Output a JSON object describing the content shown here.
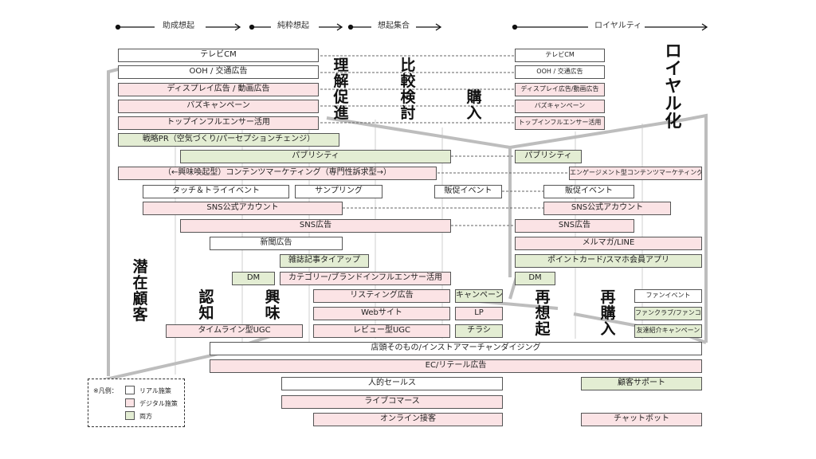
{
  "stages": [
    {
      "label": "助成想起"
    },
    {
      "label": "純粋想起"
    },
    {
      "label": "想起集合"
    },
    {
      "label": "ロイヤルティ"
    }
  ],
  "phase_labels": {
    "latent": "潜\n在\n顧\n客",
    "awareness": "認\n知",
    "interest": "興\n味",
    "understanding": "理\n解\n促\n進",
    "comparison": "比\n較\n検\n討",
    "purchase": "購\n入",
    "recall": "再\n想\n起",
    "repurchase": "再\n購\n入",
    "loyalty": "ロ\nイ\nヤ\nル\n化"
  },
  "measures_left": [
    {
      "label": "テレビCM",
      "type": "real"
    },
    {
      "label": "OOH / 交通広告",
      "type": "real"
    },
    {
      "label": "ディスプレイ広告 / 動画広告",
      "type": "digital"
    },
    {
      "label": "バズキャンペーン",
      "type": "digital"
    },
    {
      "label": "トップインフルエンサー活用",
      "type": "digital"
    },
    {
      "label": "戦略PR（空気づくり/パーセプションチェンジ）",
      "type": "both"
    },
    {
      "label": "パブリシティ",
      "type": "both"
    },
    {
      "label": "（←興味喚起型）コンテンツマーケティング（専門性訴求型→）",
      "type": "digital"
    },
    {
      "label": "タッチ＆トライイベント",
      "type": "real"
    },
    {
      "label": "サンプリング",
      "type": "real"
    },
    {
      "label": "販促イベント",
      "type": "real"
    },
    {
      "label": "SNS公式アカウント",
      "type": "digital"
    },
    {
      "label": "SNS広告",
      "type": "digital"
    },
    {
      "label": "新聞広告",
      "type": "real"
    },
    {
      "label": "雑誌記事タイアップ",
      "type": "both"
    },
    {
      "label": "DM",
      "type": "both"
    },
    {
      "label": "カテゴリー/ブランドインフルエンサー活用",
      "type": "digital"
    },
    {
      "label": "リスティング広告",
      "type": "digital"
    },
    {
      "label": "キャンペーン",
      "type": "both"
    },
    {
      "label": "Webサイト",
      "type": "digital"
    },
    {
      "label": "LP",
      "type": "digital"
    },
    {
      "label": "タイムライン型UGC",
      "type": "digital"
    },
    {
      "label": "レビュー型UGC",
      "type": "digital"
    },
    {
      "label": "チラシ",
      "type": "both"
    },
    {
      "label": "店頭そのもの/インストアマーチャンダイジング",
      "type": "real"
    },
    {
      "label": "EC/リテール広告",
      "type": "digital"
    },
    {
      "label": "人的セールス",
      "type": "real"
    },
    {
      "label": "ライブコマース",
      "type": "digital"
    },
    {
      "label": "オンライン接客",
      "type": "digital"
    }
  ],
  "measures_right": [
    {
      "label": "テレビCM",
      "type": "real"
    },
    {
      "label": "OOH / 交通広告",
      "type": "real"
    },
    {
      "label": "ディスプレイ広告/動画広告",
      "type": "digital"
    },
    {
      "label": "バズキャンペーン",
      "type": "digital"
    },
    {
      "label": "トップインフルエンサー活用",
      "type": "digital"
    },
    {
      "label": "パブリシティ",
      "type": "both"
    },
    {
      "label": "エンゲージメント型コンテンツマーケティング",
      "type": "digital"
    },
    {
      "label": "販促イベント",
      "type": "real"
    },
    {
      "label": "SNS公式アカウント",
      "type": "digital"
    },
    {
      "label": "SNS広告",
      "type": "digital"
    },
    {
      "label": "メルマガ/LINE",
      "type": "digital"
    },
    {
      "label": "ポイントカード/スマホ会員アプリ",
      "type": "both"
    },
    {
      "label": "DM",
      "type": "both"
    },
    {
      "label": "ファンイベント",
      "type": "real"
    },
    {
      "label": "ファンクラブ/ファンコミュニティ",
      "type": "both"
    },
    {
      "label": "友達紹介キャンペーン",
      "type": "both"
    },
    {
      "label": "顧客サポート",
      "type": "both"
    },
    {
      "label": "チャットボット",
      "type": "digital"
    }
  ],
  "legend": {
    "title": "※凡例：",
    "items": [
      {
        "label": "リアル施策",
        "type": "real"
      },
      {
        "label": "デジタル施策",
        "type": "digital"
      },
      {
        "label": "両方",
        "type": "both"
      }
    ]
  },
  "colors": {
    "real": "#ffffff",
    "digital": "#fbe3e5",
    "both": "#e3edd3",
    "funnel": "#bdbdbd",
    "border": "#555555"
  }
}
